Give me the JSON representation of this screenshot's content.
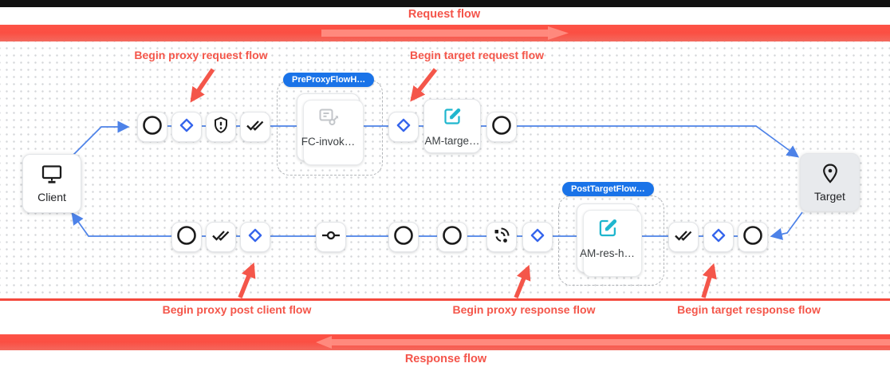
{
  "banners": {
    "request_flow": "Request flow",
    "response_flow": "Response flow"
  },
  "annotations": {
    "proxy_request": "Begin proxy request flow",
    "target_request": "Begin target request flow",
    "proxy_post_client": "Begin proxy post client flow",
    "proxy_response": "Begin proxy response flow",
    "target_response": "Begin target response flow"
  },
  "endpoints": {
    "client": {
      "label": "Client",
      "icon": "monitor-icon"
    },
    "target": {
      "label": "Target",
      "icon": "place-pin-icon"
    }
  },
  "groups": {
    "pre_proxy": {
      "badge": "PreProxyFlowH…",
      "card_label": "FC-invok…",
      "card_icon": "flow-callout-icon"
    },
    "post_target": {
      "badge": "PostTargetFlow…",
      "card_label": "AM-res-h…",
      "card_icon": "edit-icon"
    }
  },
  "cards": {
    "am_target": {
      "label": "AM-targe…",
      "icon": "edit-icon"
    }
  },
  "steps": {
    "proxy_request_row": [
      "circle-icon",
      "diamond-icon",
      "shield-icon",
      "double-check-icon"
    ],
    "target_request_row": [
      "diamond-icon",
      "edit-card",
      "circle-icon"
    ],
    "response_row": [
      "circle-icon",
      "double-check-icon",
      "diamond-icon",
      "commit-icon",
      "circle-icon",
      "circle-icon",
      "signal-icon",
      "diamond-icon",
      "double-check-icon",
      "diamond-icon",
      "circle-icon"
    ]
  },
  "colors": {
    "annotation_red": "#f4564a",
    "banner_red": "#fb5044",
    "banner_arrow_light": "#ff8c81",
    "badge_blue": "#1a73e8",
    "wire_blue": "#4d82e8",
    "diamond_blue": "#3565ec",
    "teal_icon": "#1fb6ce",
    "target_fill": "#e8eaed"
  }
}
